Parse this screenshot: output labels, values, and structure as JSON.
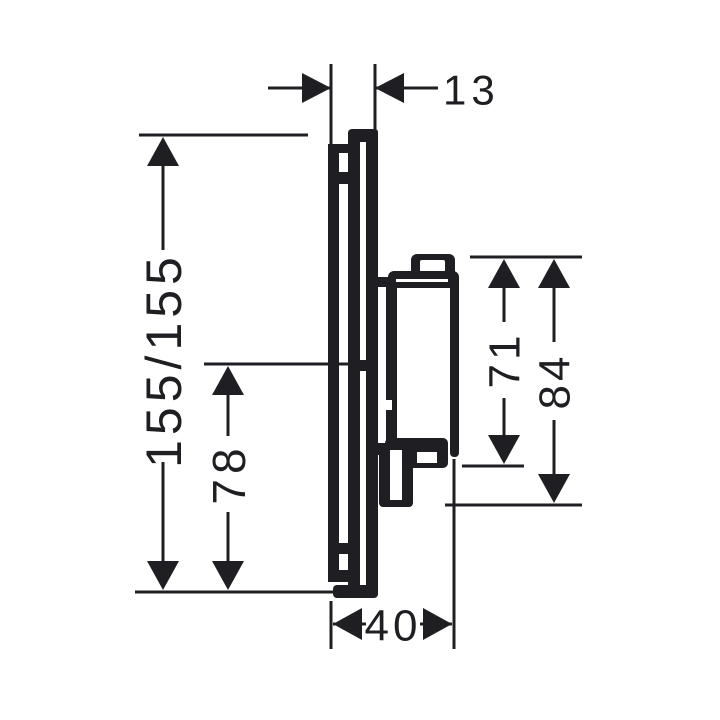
{
  "drawing": {
    "kind": "dimensioned-technical-drawing",
    "ink_color": "#1f1f23",
    "background_color": "#ffffff",
    "dimensions": {
      "plate_offset_depth": "13",
      "plate_size": "155/155",
      "center_from_bottom": "78",
      "body_height_upper": "71",
      "body_height_total": "84",
      "total_projection": "40"
    }
  }
}
